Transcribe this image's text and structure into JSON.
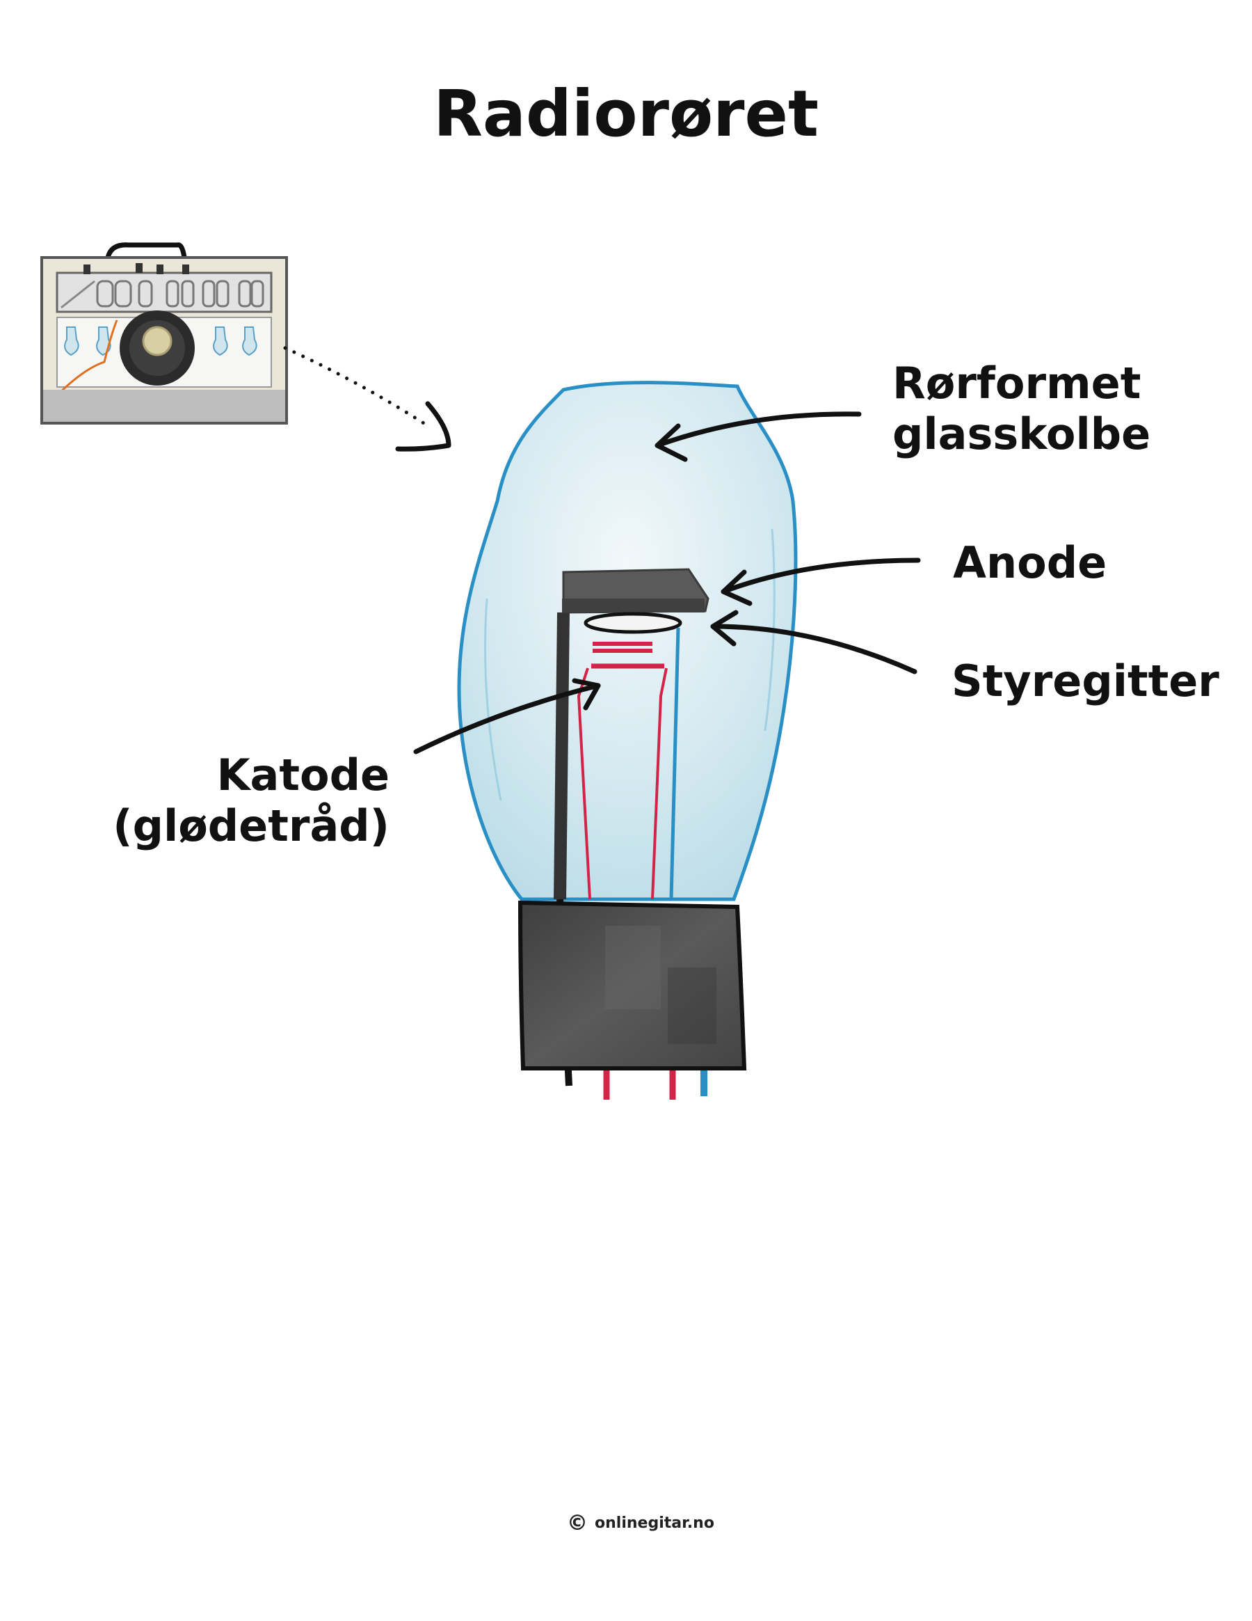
{
  "title": "Radiorøret",
  "labels": {
    "bulb_line1": "Rørformet",
    "bulb_line2": "glasskolbe",
    "anode": "Anode",
    "grid": "Styregitter",
    "cathode_line1": "Katode",
    "cathode_line2": "(glødetråd)"
  },
  "credit": {
    "symbol": "©",
    "text": "onlinegitar.no"
  },
  "colors": {
    "glass": "#cfe6ee",
    "glass_outline": "#2a8fc4",
    "base": "#4a4a4a",
    "anode": "#555555",
    "cathode": "#d22448",
    "grid_wire": "#2a8fc4",
    "ink": "#111111"
  }
}
